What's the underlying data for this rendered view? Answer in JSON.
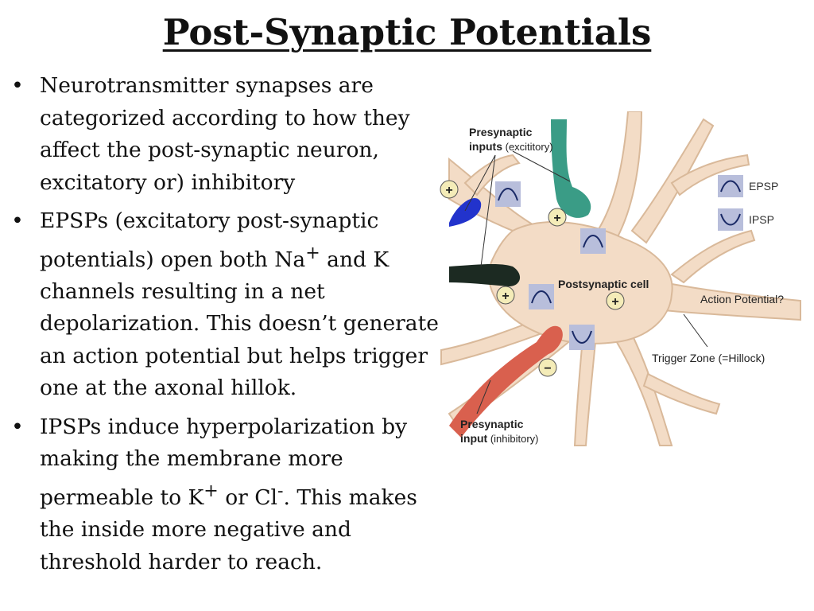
{
  "slide": {
    "title": "Post-Synaptic Potentials"
  },
  "bullets": [
    {
      "marker": "•",
      "parts": [
        "Neurotransmitter synapses are categorized according to how they affect the post-synaptic neuron, excitatory or) inhibitory"
      ]
    },
    {
      "marker": "•",
      "parts": [
        "EPSPs (excitatory post-synaptic potentials) open both Na",
        "+",
        " and K channels resulting in a net depolarization.  This doesn’t generate an action potential but helps trigger one at the axonal hillok."
      ]
    },
    {
      "marker": "•",
      "parts": [
        "IPSPs induce hyperpolarization by making the membrane more permeable to K",
        "+",
        " or Cl",
        "-",
        ". This makes the inside more negative and threshold harder to reach."
      ]
    }
  ],
  "diagram": {
    "labels": {
      "presynaptic_excitatory_line1": "Presynaptic",
      "presynaptic_excitatory_line2_bold": "inputs",
      "presynaptic_excitatory_line2_rest": " (excititory)",
      "presynaptic_inhibitory_line1": "Presynaptic",
      "presynaptic_inhibitory_line2_bold": "input",
      "presynaptic_inhibitory_line2_rest": " (inhibitory)",
      "postsynaptic_cell": "Postsynaptic cell",
      "action_potential": "Action Potential?",
      "trigger_zone": "Trigger Zone (=Hillock)"
    },
    "legend": {
      "epsp": "EPSP",
      "ipsp": "IPSP"
    },
    "signs": {
      "plus": "+",
      "minus": "−"
    },
    "colors": {
      "cell_body": "#f3dcc6",
      "cell_outline": "#d9b99a",
      "blue_terminal": "#2233cc",
      "teal_terminal": "#3a9c86",
      "dark_terminal": "#1c2a22",
      "red_terminal": "#d9604e",
      "wave_box": "#b8bedb",
      "wave_line": "#1a2a66",
      "sign_circle": "#f4ecb8"
    }
  }
}
